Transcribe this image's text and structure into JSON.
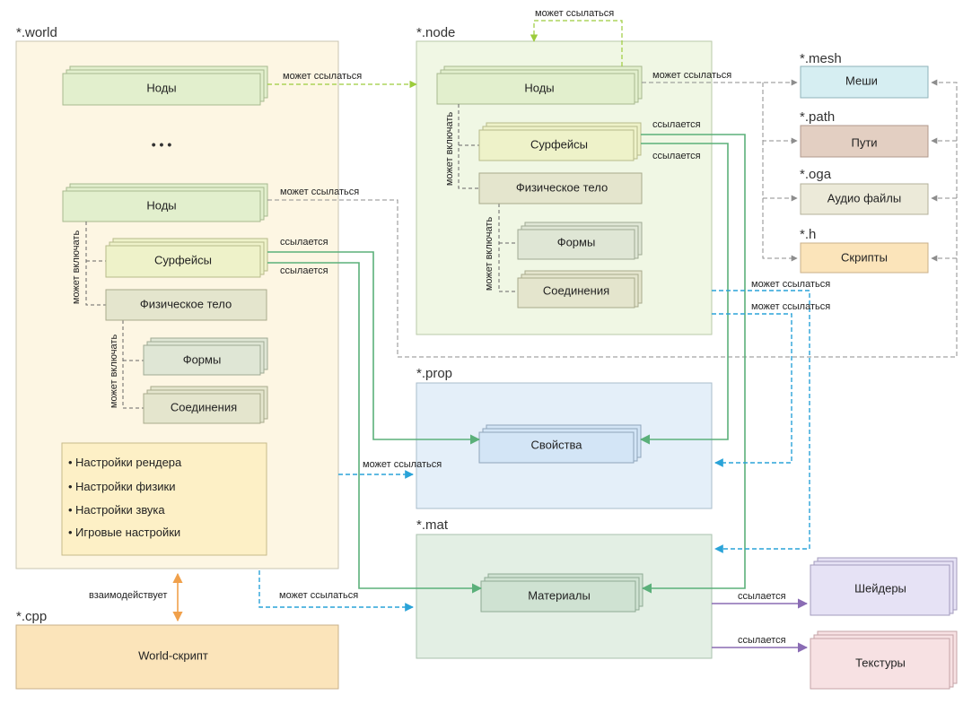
{
  "colors": {
    "world_bg": "#fdf6e3",
    "node_bg": "#f0f7e4",
    "prop_bg": "#e4eff9",
    "mat_bg": "#e3efe4",
    "cpp_bg": "#fbe4ba",
    "arrow_green_light": "#9ccc3c",
    "arrow_green": "#5bb07a",
    "arrow_blue": "#2aa3d8",
    "arrow_gray": "#8d8d8d",
    "arrow_purple": "#8a6cb4",
    "arrow_orange": "#f0a04b"
  },
  "regions": {
    "world": "*.world",
    "node": "*.node",
    "prop": "*.prop",
    "mat": "*.mat",
    "cpp": "*.cpp",
    "mesh": "*.mesh",
    "path": "*.path",
    "oga": "*.oga",
    "h": "*.h"
  },
  "world": {
    "nodes_top": "Ноды",
    "ellipsis": "• • •",
    "nodes": "Ноды",
    "surfaces": "Сурфейсы",
    "body": "Физическое тело",
    "shapes": "Формы",
    "joints": "Соединения",
    "may_include_1": "может включать",
    "may_include_2": "может включать",
    "settings": [
      "Настройки рендера",
      "Настройки физики",
      "Настройки звука",
      "Игровые настройки"
    ]
  },
  "node": {
    "nodes": "Ноды",
    "surfaces": "Сурфейсы",
    "body": "Физическое тело",
    "shapes": "Формы",
    "joints": "Соединения",
    "may_include_1": "может включать",
    "may_include_2": "может включать"
  },
  "prop": {
    "properties": "Свойства"
  },
  "mat": {
    "materials": "Материалы"
  },
  "cpp": {
    "world_script": "World-скрипт"
  },
  "resources": {
    "meshes": "Меши",
    "paths": "Пути",
    "audio": "Аудио файлы",
    "scripts": "Скрипты",
    "shaders": "Шейдеры",
    "textures": "Текстуры"
  },
  "edges": {
    "may_reference": "может ссылаться",
    "references": "ссылается",
    "interacts": "взаимодействует"
  }
}
